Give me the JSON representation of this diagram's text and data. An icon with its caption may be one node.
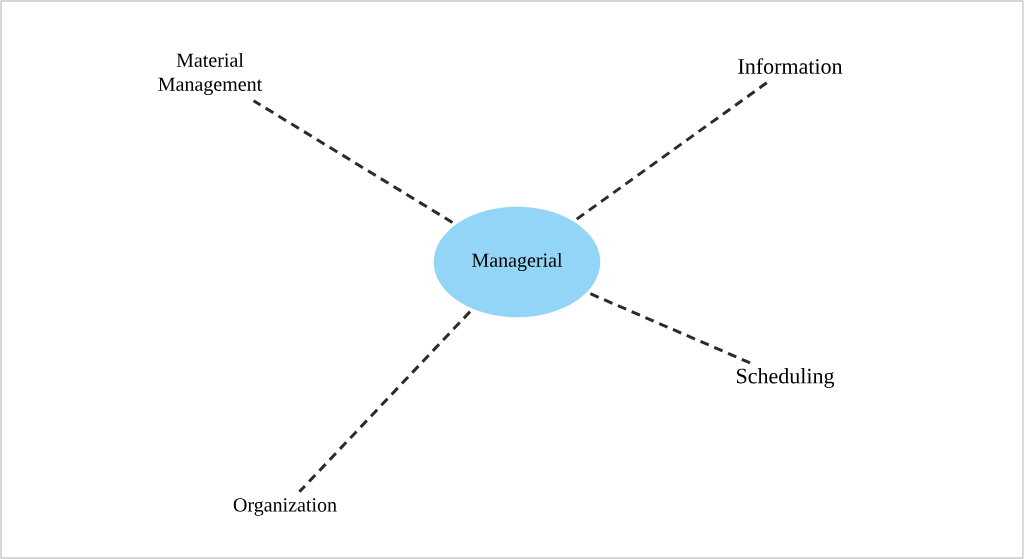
{
  "diagram": {
    "nodes": [
      {
        "text": [
          "Managerial"
        ]
      },
      {
        "text": [
          "Material Management"
        ]
      },
      {
        "text": [
          "Information"
        ]
      },
      {
        "text": [
          "Scheduling"
        ]
      },
      {
        "text": [
          "Organization"
        ]
      }
    ],
    "edges": [
      {
        "from": 0,
        "to": 1,
        "arrow": "none",
        "style": "dashed"
      },
      {
        "from": 0,
        "to": 2,
        "arrow": "none",
        "style": "dashed"
      },
      {
        "from": 0,
        "to": 3,
        "arrow": "none",
        "style": "dashed"
      },
      {
        "from": 0,
        "to": 4,
        "arrow": "none",
        "style": "dashed"
      }
    ]
  }
}
